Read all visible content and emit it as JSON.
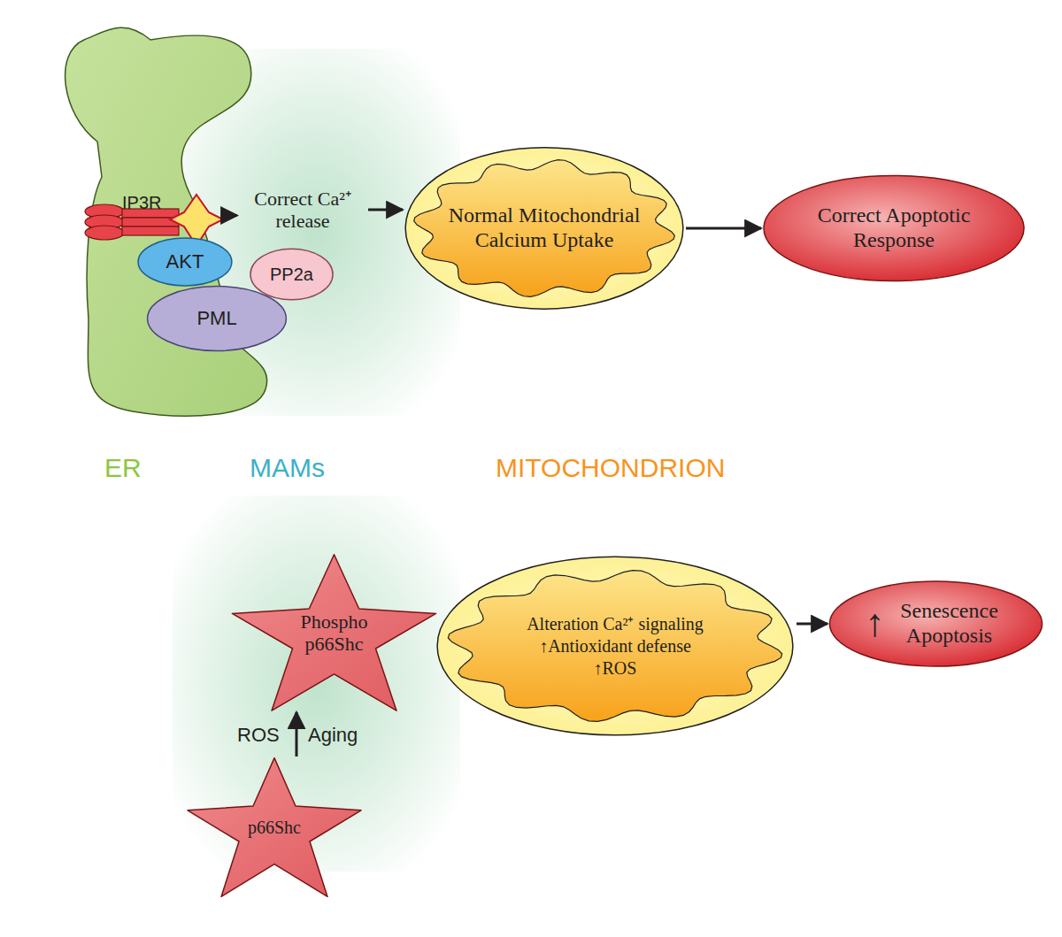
{
  "diagram": {
    "nodes": [
      {
        "text": [
          "IP3R"
        ]
      },
      {
        "text": [
          "Correct Ca²⁺ release"
        ]
      },
      {
        "text": [
          "Normal Mitochondrial Calcium Uptake"
        ]
      },
      {
        "text": [
          "Correct Apoptotic Response"
        ]
      },
      {
        "text": [
          "AKT"
        ]
      },
      {
        "text": [
          "PP2a"
        ]
      },
      {
        "text": [
          "PML"
        ]
      },
      {
        "text": [
          "Phospho p66Shc"
        ]
      },
      {
        "text": [
          "Alteration Ca²⁺ signaling",
          "↑Antioxidant defense",
          "↑ROS"
        ]
      },
      {
        "text": [
          "↑",
          "Senescence Apoptosis"
        ]
      },
      {
        "text": [
          "p66Shc"
        ]
      }
    ],
    "edges": [
      {
        "from": 0,
        "to": 1,
        "arrow": "to"
      },
      {
        "from": 1,
        "to": 2,
        "arrow": "to"
      },
      {
        "from": 2,
        "to": 3,
        "arrow": "to"
      },
      {
        "from": 10,
        "to": 7,
        "arrow": "to"
      },
      {
        "from": 8,
        "to": 9,
        "arrow": "to"
      }
    ],
    "labels": [
      "ER",
      "MAMs",
      "MITOCHONDRION",
      "ROS",
      "Aging"
    ]
  }
}
